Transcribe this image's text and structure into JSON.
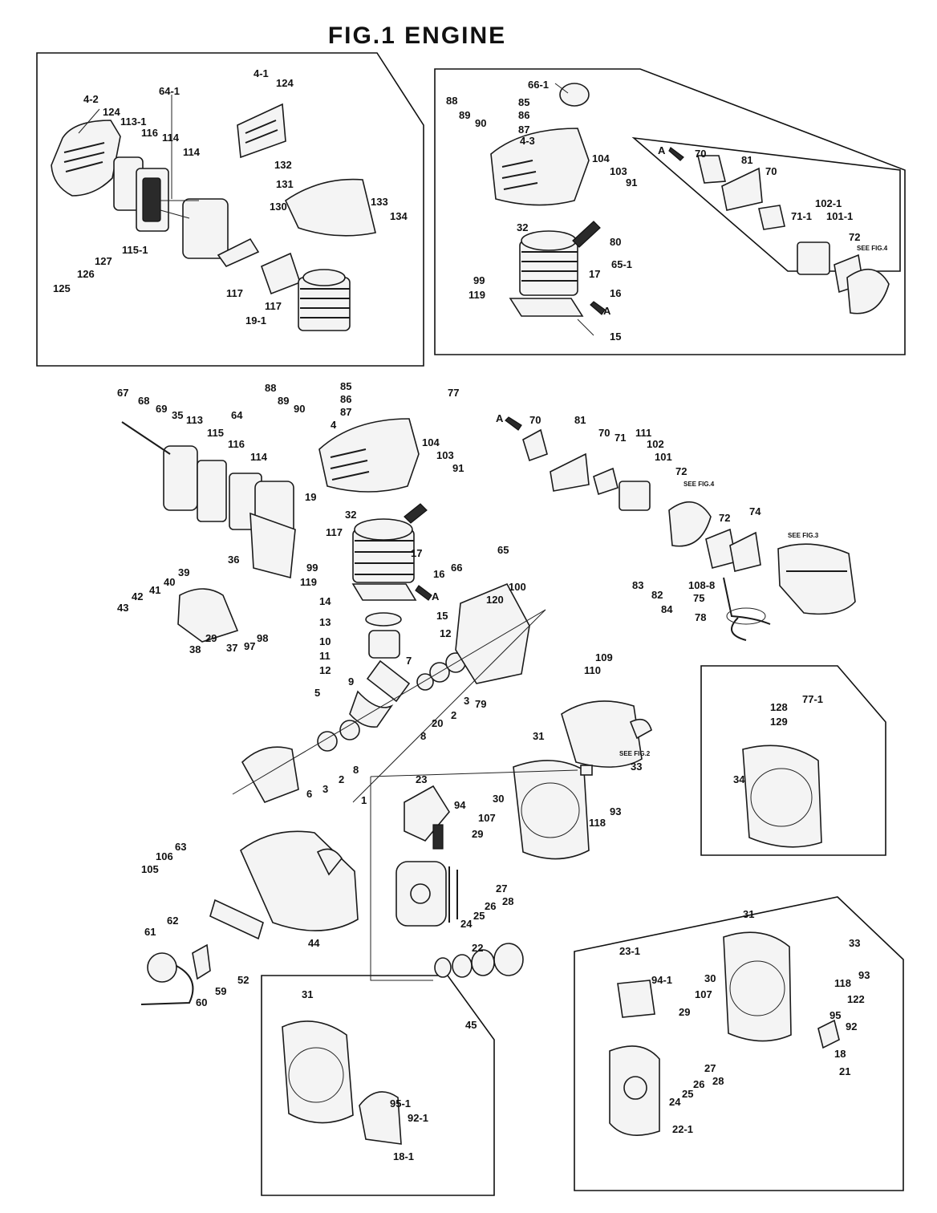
{
  "title": "FIG.1   ENGINE",
  "notes": {
    "see_fig4_a": "SEE FIG.4",
    "see_fig4_b": "SEE FIG.4",
    "see_fig3": "SEE FIG.3",
    "see_fig2": "SEE FIG.2",
    "arrow_a1": "A",
    "arrow_a2": "A",
    "arrow_a3": "A",
    "arrow_a4": "A"
  },
  "callouts": [
    "4-1",
    "124",
    "4-2",
    "124",
    "113-1",
    "116",
    "114",
    "114",
    "64-1",
    "132",
    "131",
    "130",
    "133",
    "134",
    "125",
    "126",
    "127",
    "115-1",
    "117",
    "117",
    "19-1",
    "66-1",
    "85",
    "86",
    "87",
    "88",
    "89",
    "90",
    "4-3",
    "104",
    "103",
    "91",
    "32",
    "17",
    "80",
    "65-1",
    "99",
    "119",
    "16",
    "15",
    "70",
    "81",
    "70",
    "71-1",
    "102-1",
    "101-1",
    "72",
    "67",
    "68",
    "69",
    "35",
    "113",
    "115",
    "116",
    "64",
    "114",
    "88",
    "89",
    "90",
    "4",
    "85",
    "86",
    "87",
    "77",
    "104",
    "103",
    "91",
    "19",
    "117",
    "32",
    "17",
    "66",
    "65",
    "99",
    "119",
    "16",
    "15",
    "36",
    "39",
    "40",
    "41",
    "42",
    "43",
    "38",
    "29",
    "37",
    "97",
    "98",
    "14",
    "13",
    "12",
    "10",
    "11",
    "12",
    "9",
    "5",
    "7",
    "8",
    "20",
    "2",
    "3",
    "79",
    "6",
    "3",
    "2",
    "8",
    "1",
    "120",
    "100",
    "70",
    "81",
    "70",
    "71",
    "111",
    "102",
    "101",
    "72",
    "72",
    "74",
    "83",
    "82",
    "84",
    "108-8",
    "75",
    "78",
    "109",
    "110",
    "31",
    "33",
    "30",
    "107",
    "29",
    "94",
    "23",
    "118",
    "93",
    "27",
    "28",
    "26",
    "25",
    "24",
    "22",
    "45",
    "128",
    "129",
    "77-1",
    "34",
    "63",
    "106",
    "105",
    "61",
    "62",
    "60",
    "59",
    "52",
    "44",
    "31",
    "95-1",
    "92-1",
    "18-1",
    "31",
    "33",
    "23-1",
    "94-1",
    "30",
    "107",
    "29",
    "118",
    "93",
    "122",
    "95",
    "92",
    "18",
    "21",
    "27",
    "28",
    "26",
    "25",
    "24",
    "22-1"
  ]
}
